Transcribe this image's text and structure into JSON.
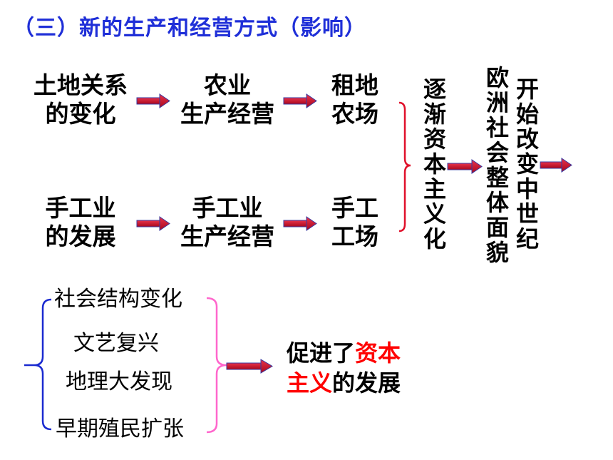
{
  "title": "（三）新的生产和经营方式（影响）",
  "row1": {
    "a": [
      "土地关系",
      "的变化"
    ],
    "b": [
      "农业",
      "生产经营"
    ],
    "c": [
      "租地",
      "农场"
    ]
  },
  "row2": {
    "a": [
      "手工业",
      "的发展"
    ],
    "b": [
      "手工业",
      "生产经营"
    ],
    "c": [
      "手工",
      "工场"
    ]
  },
  "col1": "逐渐资本主义化",
  "col2": "欧洲社会整体面貌",
  "col3": "开始改变中世纪",
  "factors": [
    "社会结构变化",
    "文艺复兴",
    "地理大发现",
    "早期殖民扩张"
  ],
  "result": {
    "part1": "促进了",
    "part2": "资本",
    "part3": "主义",
    "part4": "的发展"
  },
  "colors": {
    "title": "#1f2fd8",
    "arrow": "#c0102a",
    "brace_red": "#e0102a",
    "brace_blue": "#1a2ad0",
    "brace_pink": "#ff66cc",
    "highlight": "#ff0000"
  }
}
